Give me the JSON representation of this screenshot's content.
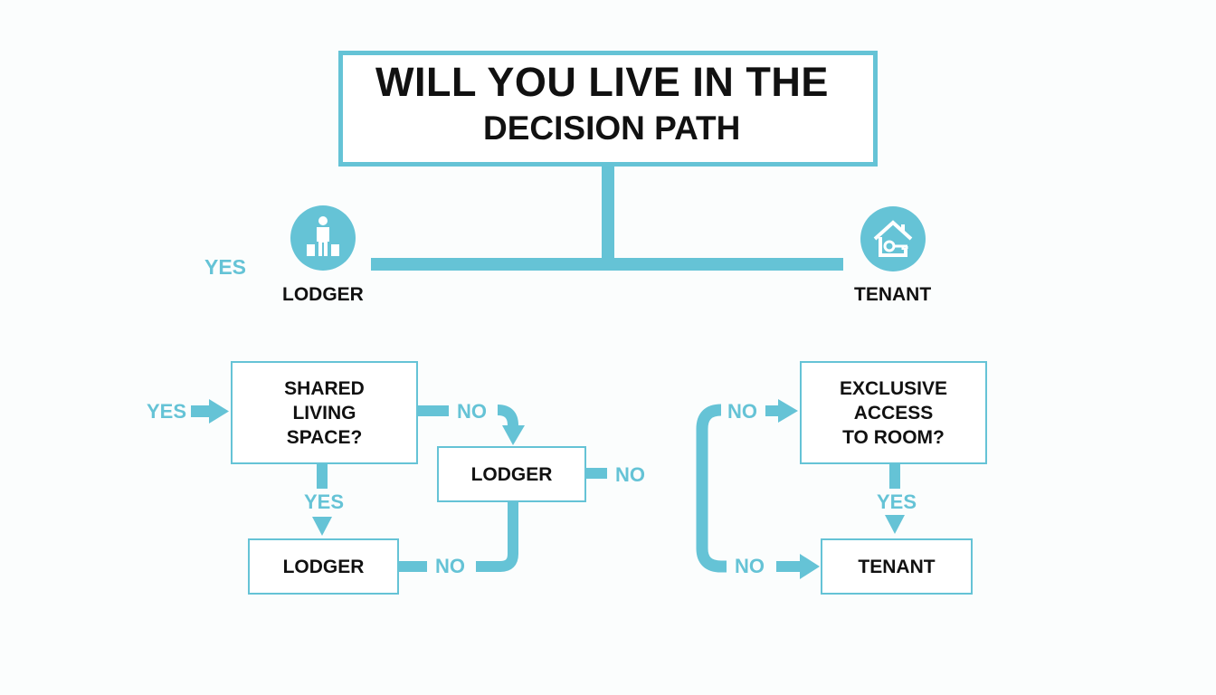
{
  "colors": {
    "accent": "#65c3d6",
    "text": "#111111",
    "background": "#fbfdfd"
  },
  "title": {
    "line1": "WILL YOU LIVE IN THE",
    "line2": "DECISION PATH"
  },
  "top_branches": {
    "left": {
      "label": "LODGER",
      "side_label": "YES",
      "icon": "person-with-luggage-icon"
    },
    "right": {
      "label": "TENANT",
      "icon": "house-with-key-icon"
    }
  },
  "left_flow": {
    "question": {
      "line1": "SHARED",
      "line2": "LIVING",
      "line3": "SPACE?"
    },
    "entry_label": "YES",
    "yes_label": "YES",
    "yes_result": "LODGER",
    "no_label_top": "NO",
    "no_result": "LODGER",
    "no_label_right": "NO",
    "no_label_bottom": "NO"
  },
  "right_flow": {
    "question": {
      "line1": "EXCLUSIVE",
      "line2": "ACCESS",
      "line3": "TO ROOM?"
    },
    "entry_label": "NO",
    "yes_label": "YES",
    "yes_result": "TENANT",
    "no_label_bottom": "NO"
  }
}
